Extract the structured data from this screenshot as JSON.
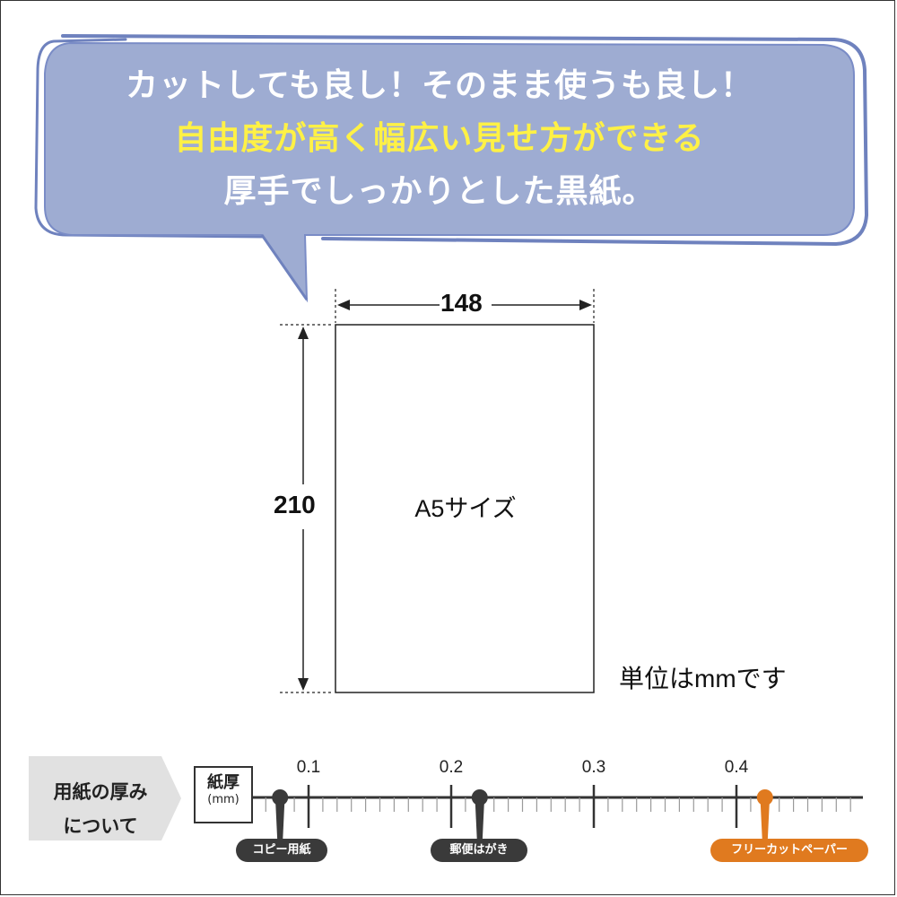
{
  "bubble": {
    "line1": "カットしても良し！そのまま使うも良し！",
    "line2": "自由度が高く幅広い見せ方ができる",
    "line3": "厚手でしっかりとした黒紙。"
  },
  "paper": {
    "width_label": "148",
    "height_label": "210",
    "size_label": "A5サイズ",
    "unit_note": "単位はmmです"
  },
  "thickness_scale": {
    "section_label_line1": "用紙の厚み",
    "section_label_line2": "について",
    "unit_box_line1": "紙厚",
    "unit_box_line2": "(mm)",
    "ticks": [
      "0.1",
      "0.2",
      "0.3",
      "0.4"
    ],
    "markers": [
      {
        "label": "コピー用紙",
        "value": 0.08,
        "color": "#3a3a3a"
      },
      {
        "label": "郵便はがき",
        "value": 0.22,
        "color": "#3a3a3a"
      },
      {
        "label": "フリーカットペーパー",
        "value": 0.42,
        "color": "#e07a1f"
      }
    ]
  },
  "colors": {
    "bubble_fill": "#9eacd2",
    "bubble_border": "#6f82be",
    "highlight_text": "#fff145",
    "section_tab": "#e1e1e1",
    "accent_orange": "#e07a1f"
  }
}
